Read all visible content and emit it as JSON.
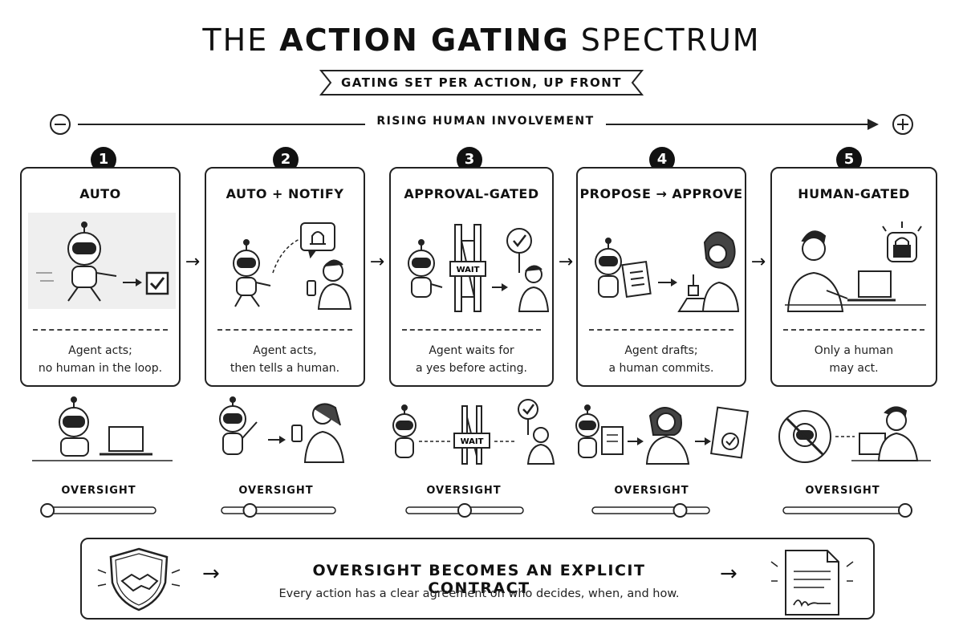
{
  "title": {
    "prefix": "THE",
    "bold": "ACTION GATING",
    "suffix": "SPECTRUM"
  },
  "banner": "GATING SET PER ACTION, UP FRONT",
  "axis": {
    "label": "RISING HUMAN INVOLVEMENT",
    "min_symbol": "−",
    "max_symbol": "+"
  },
  "stages": [
    {
      "number": "1",
      "title": "AUTO",
      "desc_line1": "Agent acts;",
      "desc_line2": "no human in the loop.",
      "oversight_label": "OVERSIGHT",
      "oversight_level": 0.05
    },
    {
      "number": "2",
      "title": "AUTO + NOTIFY",
      "desc_line1": "Agent acts,",
      "desc_line2": "then tells a human.",
      "oversight_label": "OVERSIGHT",
      "oversight_level": 0.25
    },
    {
      "number": "3",
      "title": "APPROVAL-GATED",
      "desc_line1": "Agent waits for",
      "desc_line2": "a yes before acting.",
      "oversight_label": "OVERSIGHT",
      "oversight_level": 0.5,
      "tag": "WAIT"
    },
    {
      "number": "4",
      "title": "PROPOSE → APPROVE",
      "desc_line1": "Agent drafts;",
      "desc_line2": "a human commits.",
      "oversight_label": "OVERSIGHT",
      "oversight_level": 0.75
    },
    {
      "number": "5",
      "title": "HUMAN-GATED",
      "desc_line1": "Only a human",
      "desc_line2": "may act.",
      "oversight_label": "OVERSIGHT",
      "oversight_level": 0.95
    }
  ],
  "contract": {
    "title": "OVERSIGHT BECOMES AN EXPLICIT CONTRACT",
    "subtitle": "Every action has a clear agreement on who decides, when, and how."
  },
  "icons": [
    "handshake-shield-icon",
    "arrow-right-icon",
    "signed-document-icon",
    "robot-icon",
    "checkbox-icon",
    "bell-icon",
    "phone-icon",
    "gate-icon",
    "check-sign-icon",
    "document-icon",
    "stamp-icon",
    "lock-icon",
    "laptop-icon",
    "no-robot-icon"
  ]
}
